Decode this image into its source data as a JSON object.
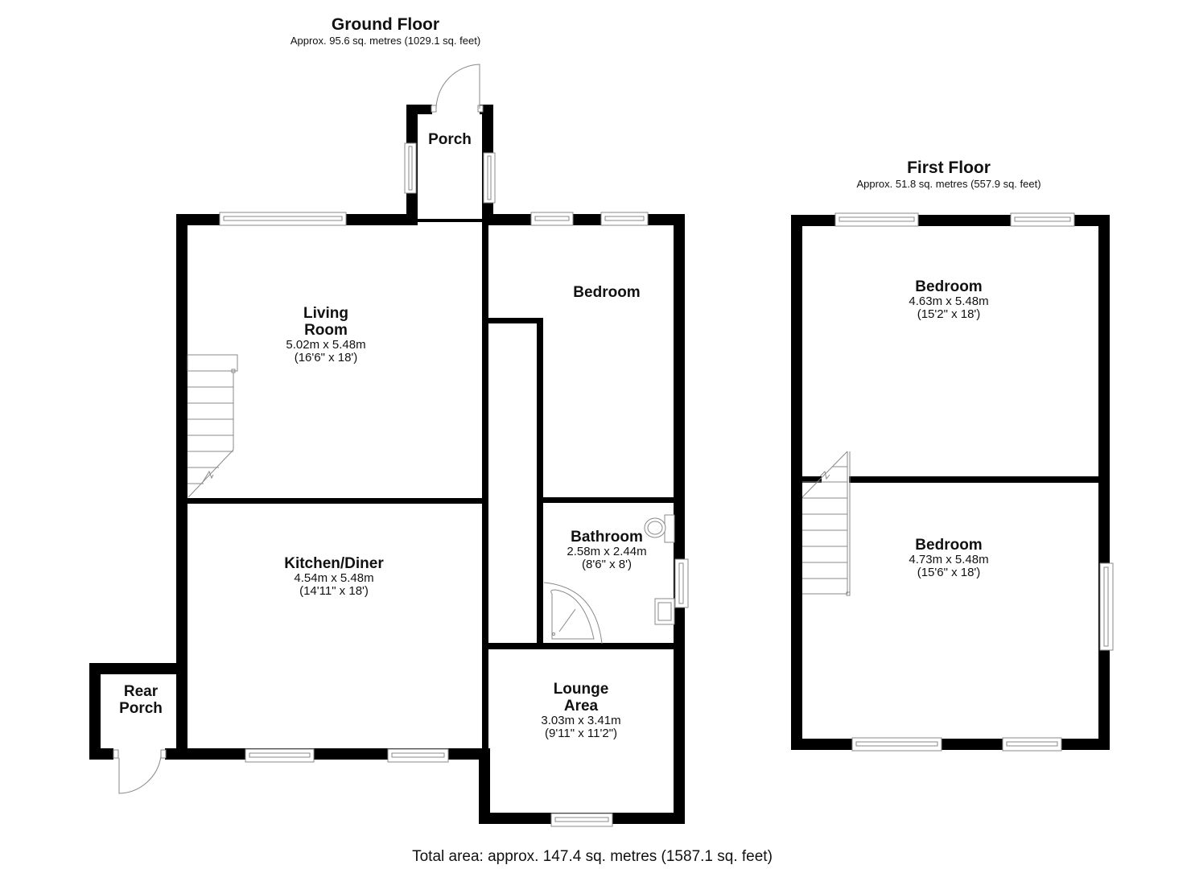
{
  "ground_floor": {
    "title": "Ground Floor",
    "area": "Approx. 95.6 sq. metres (1029.1 sq. feet)",
    "rooms": {
      "porch": {
        "name": "Porch"
      },
      "living_room": {
        "name_line1": "Living",
        "name_line2": "Room",
        "metric": "5.02m x 5.48m",
        "imperial": "(16'6\" x 18')"
      },
      "bedroom": {
        "name": "Bedroom"
      },
      "bathroom": {
        "name": "Bathroom",
        "metric": "2.58m x 2.44m",
        "imperial": "(8'6\" x 8')"
      },
      "kitchen_diner": {
        "name": "Kitchen/Diner",
        "metric": "4.54m x 5.48m",
        "imperial": "(14'11\" x 18')"
      },
      "rear_porch": {
        "name_line1": "Rear",
        "name_line2": "Porch"
      },
      "lounge_area": {
        "name_line1": "Lounge",
        "name_line2": "Area",
        "metric": "3.03m x 3.41m",
        "imperial": "(9'11\" x 11'2\")"
      }
    }
  },
  "first_floor": {
    "title": "First Floor",
    "area": "Approx. 51.8 sq. metres (557.9 sq. feet)",
    "rooms": {
      "bedroom_1": {
        "name": "Bedroom",
        "metric": "4.63m x 5.48m",
        "imperial": "(15'2\" x 18')"
      },
      "bedroom_2": {
        "name": "Bedroom",
        "metric": "4.73m x 5.48m",
        "imperial": "(15'6\" x 18')"
      }
    }
  },
  "total_area": "Total area: approx. 147.4 sq. metres (1587.1 sq. feet)",
  "icons": [
    "door-swing-icon",
    "window-icon",
    "staircase-icon",
    "toilet-icon",
    "sink-icon",
    "shower-icon"
  ],
  "colors": {
    "wall": "#000000",
    "fixture": "#8a8a8a",
    "background": "#ffffff"
  }
}
